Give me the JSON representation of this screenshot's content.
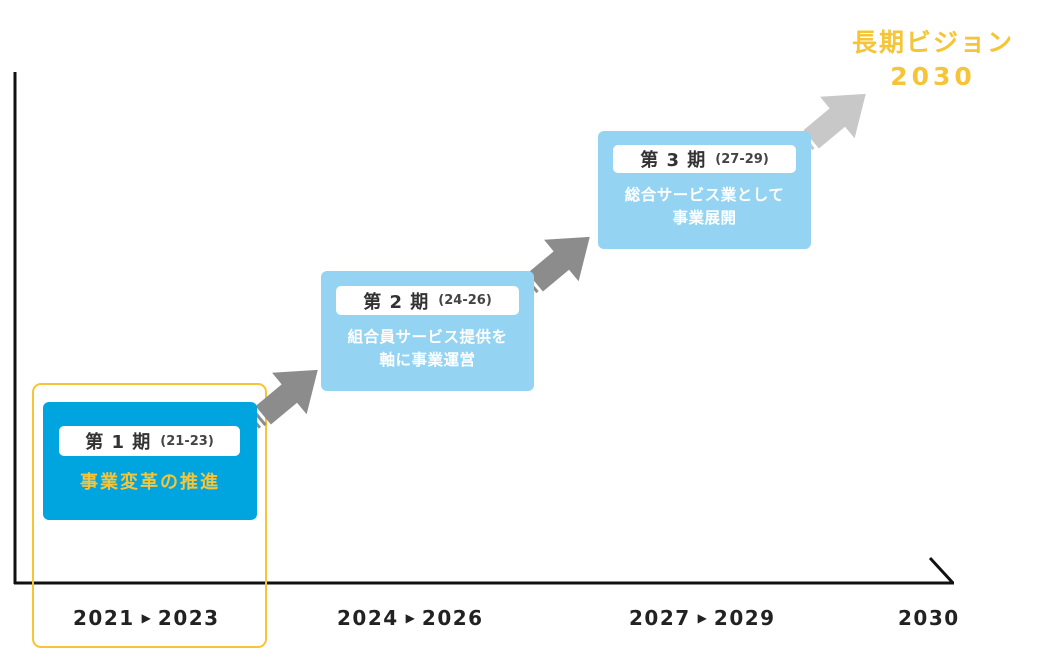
{
  "vision": {
    "line1": "長期ビジョン",
    "line2": "2030"
  },
  "phases": [
    {
      "label": "第 1 期",
      "range": "(21-23)",
      "desc_line1": "事業変革の推進",
      "desc_line2": ""
    },
    {
      "label": "第 2 期",
      "range": "(24-26)",
      "desc_line1": "組合員サービス提供を",
      "desc_line2": "軸に事業運営"
    },
    {
      "label": "第 3 期",
      "range": "(27-29)",
      "desc_line1": "総合サービス業として",
      "desc_line2": "事業展開"
    }
  ],
  "years": [
    {
      "start": "2021",
      "sep": "▶",
      "end": "2023"
    },
    {
      "start": "2024",
      "sep": "▶",
      "end": "2026"
    },
    {
      "start": "2027",
      "sep": "▶",
      "end": "2029"
    },
    {
      "start": "2030"
    }
  ],
  "colors": {
    "phase1_fill": "#00a4de",
    "phase_light_fill": "#94d4f2",
    "highlight_border": "#f5c537",
    "accent_text": "#f5c537",
    "arrow_dark": "#8c8c8c",
    "arrow_light": "#c8c8c8",
    "axis": "#111111"
  }
}
